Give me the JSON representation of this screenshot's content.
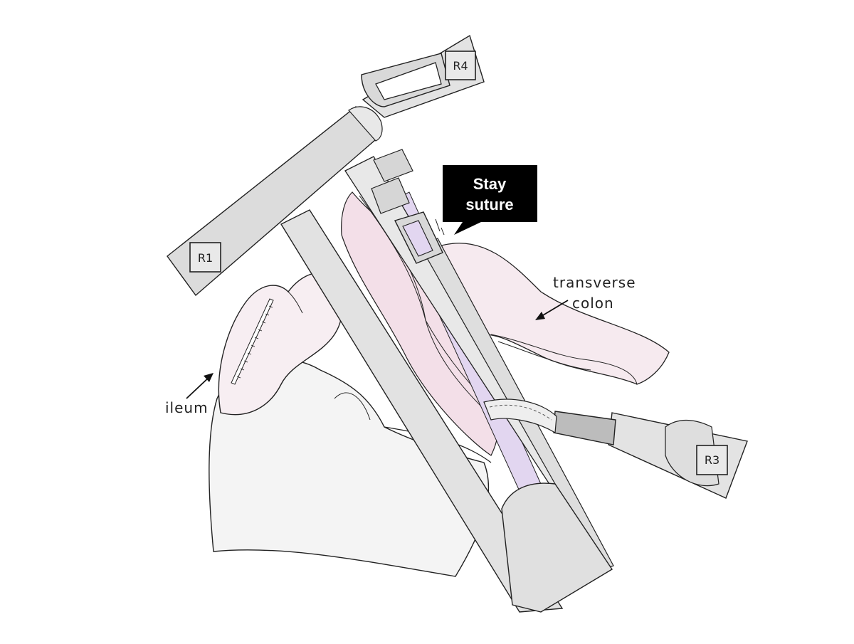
{
  "labels": {
    "r1": "R1",
    "r3": "R3",
    "r4": "R4",
    "ileum": "ileum",
    "transverse_colon_line1": "transverse",
    "transverse_colon_line2": "colon",
    "stay_suture_line1": "Stay",
    "stay_suture_line2": "suture"
  },
  "colors": {
    "instrument": "#e4e4e4",
    "instrument_dark": "#d2d2d2",
    "outline": "#222222",
    "tissue": "#f7eef2",
    "tissue_pink": "#f1dde6",
    "lumen": "#e2d6f0",
    "callout_bg": "#000000"
  }
}
